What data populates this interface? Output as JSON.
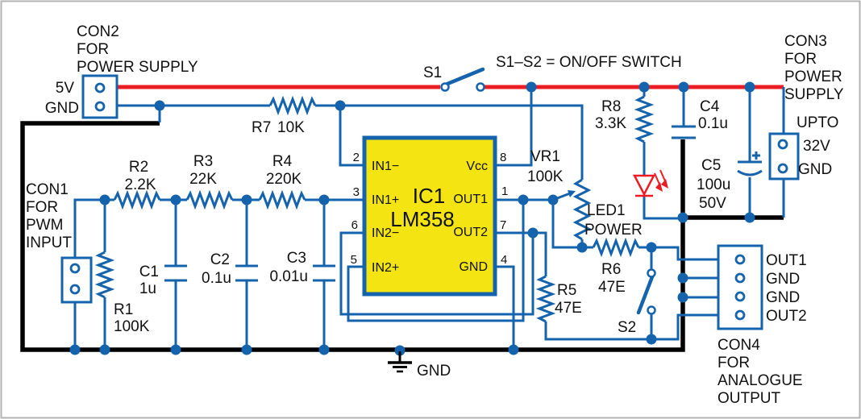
{
  "colors": {
    "wire": "#1563ad",
    "power_rail": "#ec1c24",
    "ground_wire": "#000000",
    "ic_fill": "#f4e411",
    "led_red": "#ec1c24"
  },
  "switches": {
    "s1": "S1",
    "s2": "S2",
    "note": "S1–S2 = ON/OFF SWITCH"
  },
  "connectors": {
    "con1": {
      "lines": [
        "CON1",
        "FOR",
        "PWM",
        "INPUT"
      ]
    },
    "con2": {
      "lines": [
        "CON2",
        "FOR",
        "POWER SUPPLY"
      ],
      "pin_top": "5V",
      "pin_bottom": "GND"
    },
    "con3": {
      "lines": [
        "CON3",
        "FOR",
        "POWER",
        "SUPPLY"
      ],
      "note": "UPTO",
      "pin_top": "32V",
      "pin_bottom": "GND"
    },
    "con4": {
      "lines": [
        "CON4",
        "FOR",
        "ANALOGUE",
        "OUTPUT"
      ],
      "pins": [
        "OUT1",
        "GND",
        "GND",
        "OUT2"
      ]
    }
  },
  "ic": {
    "ref": "IC1",
    "part": "LM358",
    "in1m": {
      "num": "2",
      "label": "IN1−"
    },
    "in1p": {
      "num": "3",
      "label": "IN1+"
    },
    "in2m": {
      "num": "6",
      "label": "IN2−"
    },
    "in2p": {
      "num": "5",
      "label": "IN2+"
    },
    "vcc": {
      "num": "8",
      "label": "Vcc"
    },
    "out1": {
      "num": "1",
      "label": "OUT1"
    },
    "out2": {
      "num": "7",
      "label": "OUT2"
    },
    "gnd": {
      "num": "4",
      "label": "GND"
    }
  },
  "resistors": {
    "r1": {
      "ref": "R1",
      "value": "100K"
    },
    "r2": {
      "ref": "R2",
      "value": "2.2K"
    },
    "r3": {
      "ref": "R3",
      "value": "22K"
    },
    "r4": {
      "ref": "R4",
      "value": "220K"
    },
    "r5": {
      "ref": "R5",
      "value": "47E"
    },
    "r6": {
      "ref": "R6",
      "value": "47E"
    },
    "r7": {
      "ref": "R7",
      "value": "10K"
    },
    "r8": {
      "ref": "R8",
      "value": "3.3K"
    },
    "vr1": {
      "ref": "VR1",
      "value": "100K"
    }
  },
  "capacitors": {
    "c1": {
      "ref": "C1",
      "value": "1u"
    },
    "c2": {
      "ref": "C2",
      "value": "0.1u"
    },
    "c3": {
      "ref": "C3",
      "value": "0.01u"
    },
    "c4": {
      "ref": "C4",
      "value": "0.1u"
    },
    "c5": {
      "ref": "C5",
      "value": "100u",
      "rating": "50V"
    }
  },
  "led": {
    "ref": "LED1",
    "caption": "POWER"
  },
  "ground_label": "GND"
}
